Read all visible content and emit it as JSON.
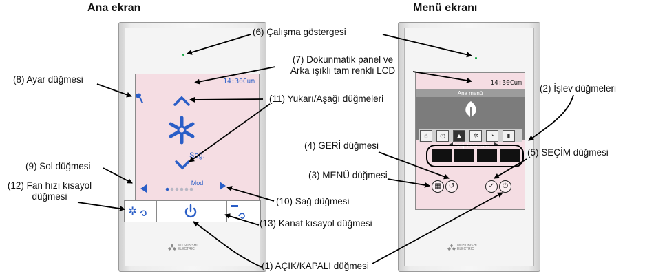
{
  "titles": {
    "left": "Ana ekran",
    "right": "Menü ekranı"
  },
  "main_screen": {
    "time": "14:30Cum",
    "mode_label": "Soğ.",
    "mode_caption": "Mod"
  },
  "menu_screen": {
    "time": "14:30Cum",
    "header": "Ana menü",
    "caption": "Enerji tasarrufu"
  },
  "logo": {
    "line1": "MITSUBISHI",
    "line2": "ELECTRIC"
  },
  "labels": {
    "l6": "(6) Çalışma göstergesi",
    "l7a": "(7) Dokunmatik panel ve",
    "l7b": "Arka ışıklı tam renkli LCD",
    "l8": "(8) Ayar düğmesi",
    "l2": "(2) İşlev düğmeleri",
    "l11": "(11) Yukarı/Aşağı düğmeleri",
    "l4": "(4) GERİ düğmesi",
    "l5": "(5) SEÇİM düğmesi",
    "l9": "(9) Sol düğmesi",
    "l3": "(3) MENÜ düğmesi",
    "l12a": "(12) Fan hızı kısayol",
    "l12b": "düğmesi",
    "l10": "(10) Sağ düğmesi",
    "l13": "(13) Kanat kısayol düğmesi",
    "l1": "(1) AÇIK/KAPALI düğmesi"
  },
  "colors": {
    "accent": "#2a5ec7",
    "screen_bg": "#f5dde3",
    "led": "#1fa84a"
  }
}
